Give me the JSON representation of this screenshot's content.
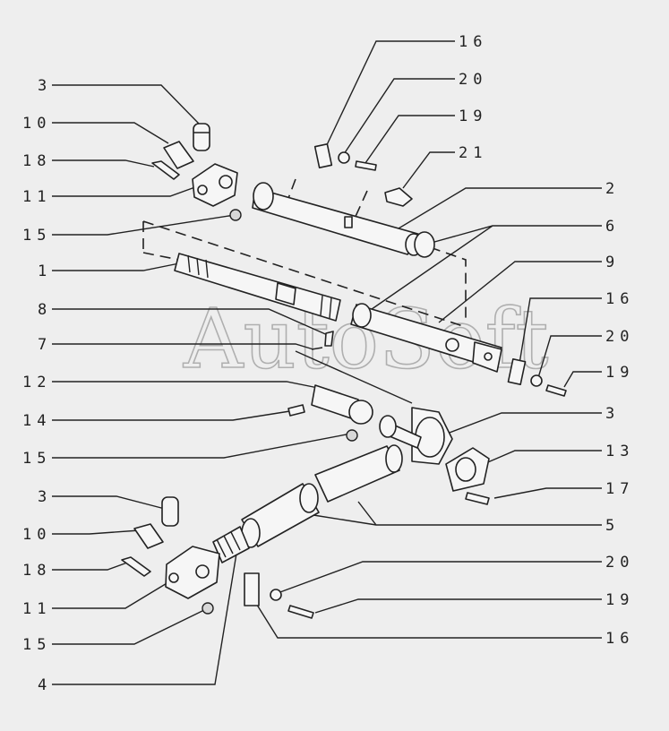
{
  "watermark": "AutoSoft",
  "left_labels": [
    {
      "id": "L3a",
      "text": "3"
    },
    {
      "id": "L10a",
      "text": "10"
    },
    {
      "id": "L18a",
      "text": "18"
    },
    {
      "id": "L11a",
      "text": "11"
    },
    {
      "id": "L15a",
      "text": "15"
    },
    {
      "id": "L1",
      "text": "1"
    },
    {
      "id": "L8",
      "text": "8"
    },
    {
      "id": "L7",
      "text": "7"
    },
    {
      "id": "L12",
      "text": "12"
    },
    {
      "id": "L14",
      "text": "14"
    },
    {
      "id": "L15b",
      "text": "15"
    },
    {
      "id": "L3b",
      "text": "3"
    },
    {
      "id": "L10b",
      "text": "10"
    },
    {
      "id": "L18b",
      "text": "18"
    },
    {
      "id": "L11b",
      "text": "11"
    },
    {
      "id": "L15c",
      "text": "15"
    },
    {
      "id": "L4",
      "text": "4"
    }
  ],
  "right_labels": [
    {
      "id": "R16a",
      "text": "16"
    },
    {
      "id": "R20a",
      "text": "20"
    },
    {
      "id": "R19a",
      "text": "19"
    },
    {
      "id": "R21",
      "text": "21"
    },
    {
      "id": "R2",
      "text": "2"
    },
    {
      "id": "R6",
      "text": "6"
    },
    {
      "id": "R9",
      "text": "9"
    },
    {
      "id": "R16b",
      "text": "16"
    },
    {
      "id": "R20b",
      "text": "20"
    },
    {
      "id": "R19b",
      "text": "19"
    },
    {
      "id": "R3",
      "text": "3"
    },
    {
      "id": "R13",
      "text": "13"
    },
    {
      "id": "R17",
      "text": "17"
    },
    {
      "id": "R5",
      "text": "5"
    },
    {
      "id": "R20c",
      "text": "20"
    },
    {
      "id": "R19c",
      "text": "19"
    },
    {
      "id": "R16c",
      "text": "16"
    }
  ]
}
